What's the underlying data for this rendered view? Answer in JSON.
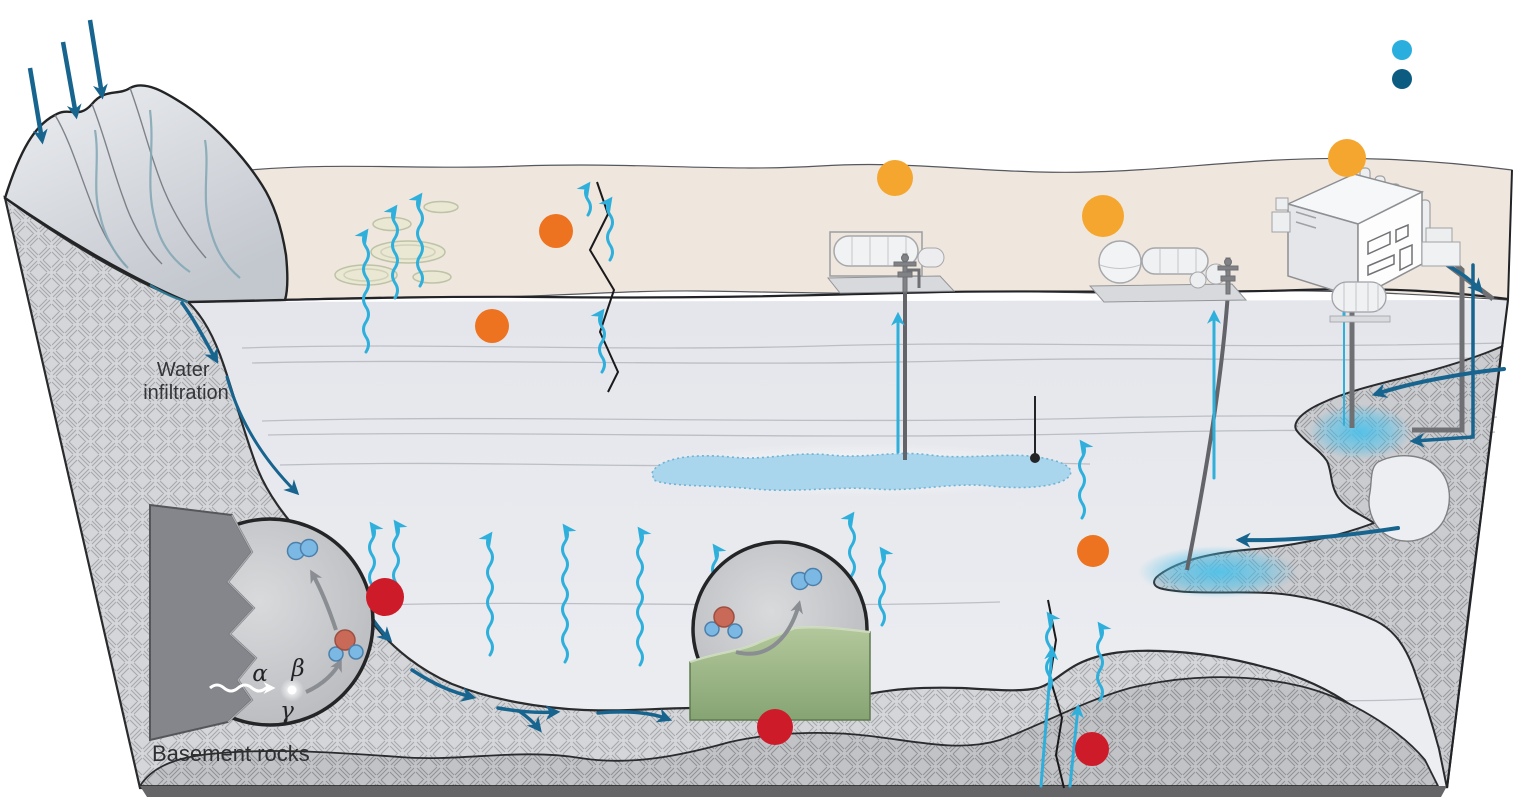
{
  "labels": {
    "water_infiltration_line1": "Water",
    "water_infiltration_line2": "infiltration",
    "basement_rocks": "Basement rocks",
    "alpha": "α",
    "beta": "β",
    "gamma": "γ"
  },
  "legend": {
    "items": [
      {
        "name": "light-blue-dot",
        "color": "#2aaede"
      },
      {
        "name": "dark-blue-dot",
        "color": "#0b5c80"
      }
    ]
  },
  "colors": {
    "marker_red": "#ce1b2a",
    "marker_orange": "#ee7320",
    "marker_yellow": "#f5a62f",
    "h2_arrow_light_blue": "#2fb0dc",
    "water_arrow_dark_blue": "#17648f",
    "reservoir_blue": "#a9d6ec",
    "storage_glow_blue": "#4fc1e9",
    "surface_beige": "#efe6dd",
    "sediment_gray": "#e8eaef",
    "basement_light_gray": "#d5d6d9",
    "basement_dark_gray": "#c2c3c7",
    "serpentinite_green": "#9ab883",
    "oxygen_atom_red": "#c96a59",
    "hydrogen_atom_blue": "#7cb8e4",
    "rock_slab_gray": "#84868b",
    "inset_fill_gray": "#c9cbce"
  },
  "icons": {
    "rain_arrows": "precipitation-arrows",
    "tank_skid": "storage-tanks-icon",
    "wellhead": "wellhead-icon",
    "hydrogen_plant": "industrial-plant-icon",
    "h2o_molecule": "h2o-molecule-icon",
    "h2_molecule": "h2-molecule-icon"
  }
}
